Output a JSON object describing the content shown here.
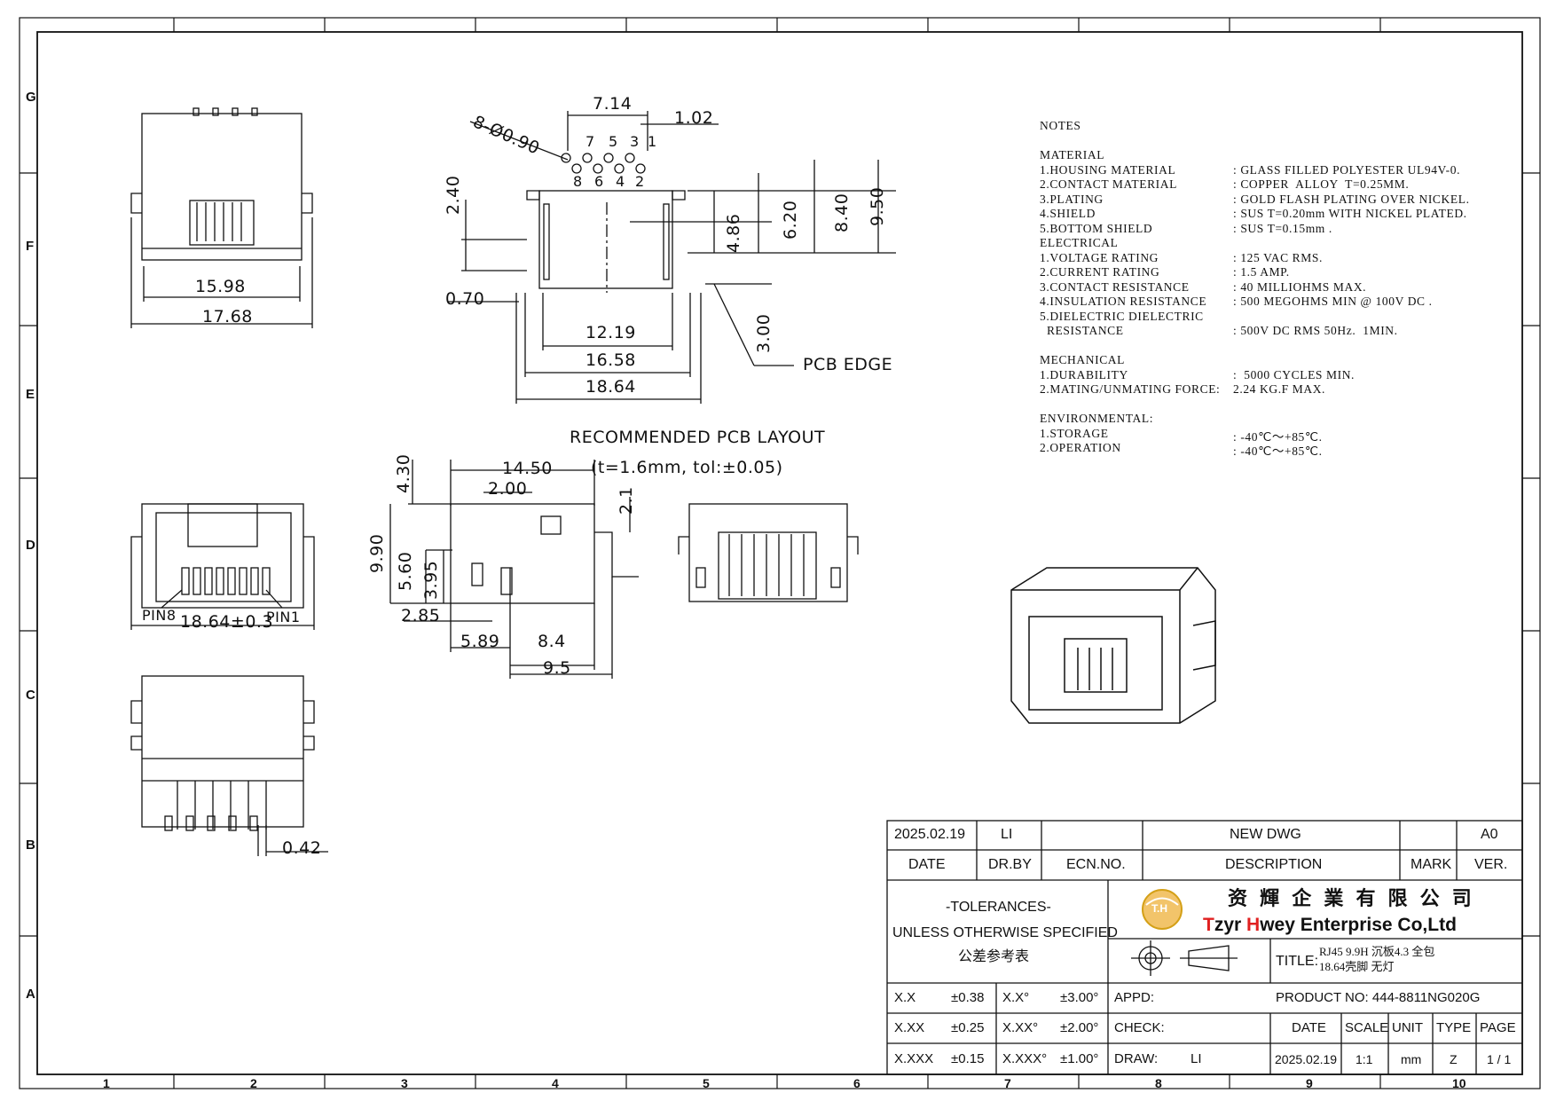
{
  "frame": {
    "zone_rows": [
      "G",
      "F",
      "E",
      "D",
      "C",
      "B",
      "A"
    ],
    "zone_cols": [
      "1",
      "2",
      "3",
      "4",
      "5",
      "6",
      "7",
      "8",
      "9",
      "10"
    ]
  },
  "dims": {
    "top_view": {
      "w1": "15.98",
      "w2": "17.68"
    },
    "side_view": {
      "holes": "8-Ø0.90",
      "pitch": "7.14",
      "offset": "1.02",
      "pins_top": [
        "7",
        "5",
        "3",
        "1"
      ],
      "pins_bottom": [
        "8",
        "6",
        "4",
        "2"
      ],
      "h240": "2.40",
      "h070": "0.70",
      "h486": "4.86",
      "h620": "6.20",
      "h840": "8.40",
      "h950": "9.50",
      "w1219": "12.19",
      "w1658": "16.58",
      "w1864": "18.64",
      "d300": "3.00",
      "pcb_edge": "PCB EDGE"
    },
    "pcb_layout": {
      "title": "RECOMMENDED PCB LAYOUT",
      "sub": "(t=1.6mm, tol:±0.05)"
    },
    "front_view": {
      "pin8": "PIN8",
      "pin1": "PIN1",
      "width": "18.64±0.3"
    },
    "section_view": {
      "d1450": "14.50",
      "d200": "2.00",
      "d21": "2.1",
      "d430": "4.30",
      "d990": "9.90",
      "d560": "5.60",
      "d395": "3.95",
      "d285": "2.85",
      "d589": "5.89",
      "d84": "8.4",
      "d95": "9.5"
    },
    "bottom_view": {
      "d042": "0.42"
    }
  },
  "notes": {
    "heading": "NOTES",
    "sections": [
      {
        "title": "MATERIAL",
        "items": [
          {
            "k": "1.HOUSING MATERIAL",
            "v": ": GLASS FILLED POLYESTER UL94V-0."
          },
          {
            "k": "2.CONTACT MATERIAL",
            "v": ": COPPER  ALLOY  T=0.25MM."
          },
          {
            "k": "3.PLATING",
            "v": ": GOLD FLASH PLATING OVER NICKEL."
          },
          {
            "k": "4.SHIELD",
            "v": ": SUS T=0.20mm WITH NICKEL PLATED."
          },
          {
            "k": "5.BOTTOM SHIELD",
            "v": ": SUS T=0.15mm ."
          }
        ]
      },
      {
        "title": "ELECTRICAL",
        "items": [
          {
            "k": "1.VOLTAGE RATING",
            "v": ": 125 VAC RMS."
          },
          {
            "k": "2.CURRENT RATING",
            "v": ": 1.5 AMP."
          },
          {
            "k": "3.CONTACT RESISTANCE",
            "v": ": 40 MILLIOHMS MAX."
          },
          {
            "k": "4.INSULATION RESISTANCE",
            "v": ": 500 MEGOHMS MIN @ 100V DC ."
          },
          {
            "k": "5.DIELECTRIC DIELECTRIC",
            "v": ""
          },
          {
            "k": "  RESISTANCE",
            "v": ": 500V DC RMS 50Hz.  1MIN."
          }
        ]
      },
      {
        "title": "MECHANICAL",
        "items": [
          {
            "k": "1.DURABILITY",
            "v": ":  5000 CYCLES MIN."
          },
          {
            "k": "2.MATING/UNMATING FORCE:",
            "v": "2.24 KG.F MAX."
          }
        ]
      },
      {
        "title": "ENVIRONMENTAL:",
        "items": [
          {
            "k": "1.STORAGE",
            "v": ": -40℃～+85℃."
          },
          {
            "k": "2.OPERATION",
            "v": ": -40℃～+85℃."
          }
        ]
      }
    ]
  },
  "title_block": {
    "rev": {
      "date": "2025.02.19",
      "drby": "LI",
      "ecn": "",
      "desc": "NEW DWG",
      "mark": "",
      "ver": "A0"
    },
    "rev_headers": {
      "date": "DATE",
      "drby": "DR.BY",
      "ecn": "ECN.NO.",
      "desc": "DESCRIPTION",
      "mark": "MARK",
      "ver": "VER."
    },
    "tolerances": {
      "t1": "-TOLERANCES-",
      "t2": "UNLESS OTHERWISE SPECIFIED",
      "t3": "公差参考表"
    },
    "company": {
      "logo": "T.H",
      "cn": "资 輝 企 業 有 限 公 司",
      "en_t": "T",
      "en_zyr": "zyr ",
      "en_h": "H",
      "en_rest": "wey Enterprise Co,Ltd"
    },
    "title_label": "TITLE:",
    "title_l1": "RJ45 9.9H 沉板4.3 全包",
    "title_l2": "18.64壳脚 无灯",
    "tol_rows": [
      {
        "a": "X.X",
        "b": "±0.38",
        "c": "X.X°",
        "d": "±3.00°",
        "e": "APPD:",
        "f": ""
      },
      {
        "a": "X.XX",
        "b": "±0.25",
        "c": "X.XX°",
        "d": "±2.00°",
        "e": "CHECK:",
        "f": ""
      },
      {
        "a": "X.XXX",
        "b": "±0.15",
        "c": "X.XXX°",
        "d": "±1.00°",
        "e": "DRAW:",
        "f": "LI"
      }
    ],
    "product_no": "PRODUCT NO: 444-8811NG020G",
    "info_headers": {
      "date": "DATE",
      "scale": "SCALE",
      "unit": "UNIT",
      "type": "TYPE",
      "page": "PAGE"
    },
    "info_values": {
      "date": "2025.02.19",
      "scale": "1:1",
      "unit": "mm",
      "type": "Z",
      "page": "1 / 1"
    }
  },
  "colors": {
    "ink": "#111111",
    "logo_gold": "#d4a017",
    "logo_red": "#e02020"
  }
}
